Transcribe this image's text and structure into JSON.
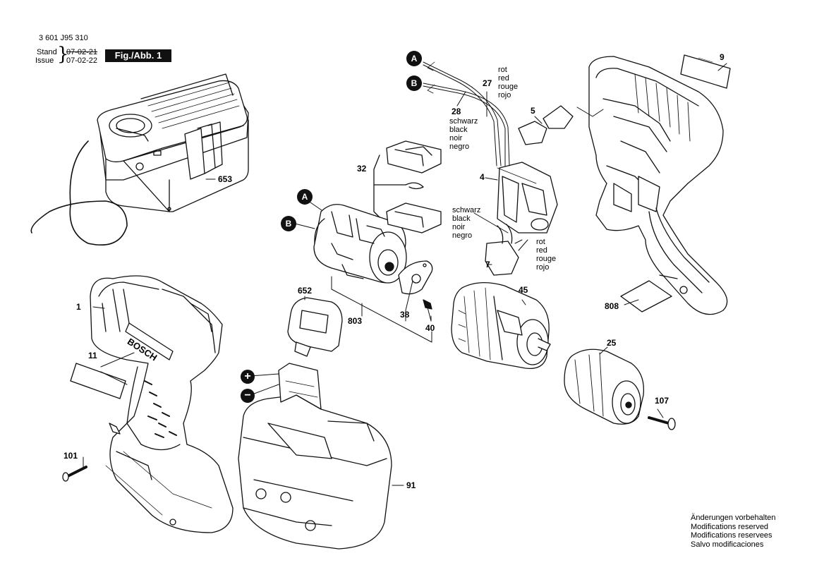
{
  "doc_id": "3 601 J95 310",
  "stand": {
    "label": "Stand",
    "date": "07-02-21"
  },
  "issue": {
    "label": "Issue",
    "date": "07-02-22"
  },
  "figure_label": "Fig./Abb. 1",
  "brand_text": "BOSCH",
  "connectors": {
    "a": "A",
    "b": "B"
  },
  "polarity": {
    "plus": "+",
    "minus": "−"
  },
  "parts": {
    "p1": "1",
    "p4": "4",
    "p5": "5",
    "p7": "7",
    "p9": "9",
    "p11": "11",
    "p25": "25",
    "p27": "27",
    "p28": "28",
    "p32": "32",
    "p38": "38",
    "p40": "40",
    "p45": "45",
    "p91": "91",
    "p101": "101",
    "p107": "107",
    "p652": "652",
    "p653": "653",
    "p803": "803",
    "p808": "808"
  },
  "wire_colors_red": [
    "rot",
    "red",
    "rouge",
    "rojo"
  ],
  "wire_colors_black": [
    "schwarz",
    "black",
    "noir",
    "negro"
  ],
  "notes": [
    "Änderungen vorbehalten",
    "Modifications reserved",
    "Modifications reservees",
    "Salvo modificaciones"
  ]
}
